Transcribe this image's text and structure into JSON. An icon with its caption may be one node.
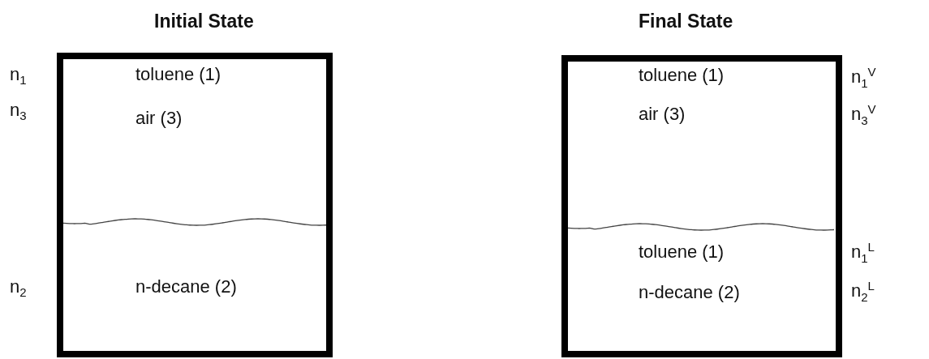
{
  "diagram": {
    "nodes": [
      {
        "text": [
          "Initial State",
          "toluene (1)",
          "air (3)",
          "n-decane (2)"
        ],
        "beside": [
          "n$_{1}$",
          "n$_{3}$",
          "n$_{2}$"
        ]
      },
      {
        "text": [
          "Final State",
          "toluene (1)",
          "air (3)",
          "toluene (1)",
          "n-decane (2)"
        ],
        "beside": [
          "n$_{1}$$^{V}$",
          "n$_{3}$$^{V}$",
          "n$_{1}$$^{L}$",
          "n$_{2}$$^{L}$"
        ]
      }
    ]
  }
}
